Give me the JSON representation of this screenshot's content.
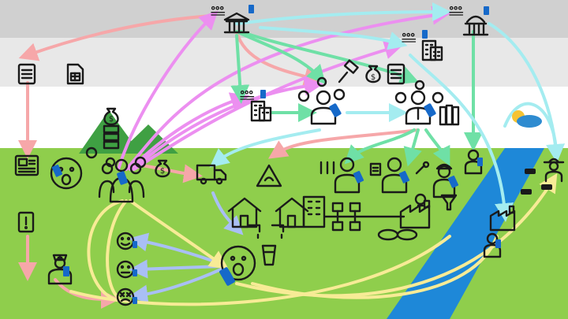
{
  "colors": {
    "band_top": "#d0d0d0",
    "band_mid": "#e8e8e8",
    "sky": "#ffffff",
    "ground": "#8fce4c",
    "mountain": "#3fa043",
    "river": "#1e88d8",
    "flow_pink": "#f6a7a9",
    "flow_violet": "#ec8ff0",
    "flow_green": "#6fe0a6",
    "flow_cyan": "#a4ecf0",
    "flow_yellow": "#f7eb96",
    "flow_blue": "#a9bff5",
    "phone": "#1669c9",
    "icon": "#1a1a1a"
  },
  "nodes": [
    {
      "id": "gov-national",
      "icon": "government-building-icon",
      "label": ""
    },
    {
      "id": "gov-regional",
      "icon": "government-building-icon",
      "label": ""
    },
    {
      "id": "regulator-office",
      "icon": "office-building-icon",
      "label": ""
    },
    {
      "id": "local-office",
      "icon": "office-building-icon",
      "label": ""
    },
    {
      "id": "policy-document",
      "icon": "document-icon",
      "label": ""
    },
    {
      "id": "spreadsheet-document",
      "icon": "spreadsheet-icon",
      "label": ""
    },
    {
      "id": "news-report",
      "icon": "newspaper-icon",
      "label": ""
    },
    {
      "id": "alert-report",
      "icon": "alert-document-icon",
      "label": ""
    },
    {
      "id": "legal-gavel",
      "icon": "gavel-icon",
      "label": ""
    },
    {
      "id": "funding",
      "icon": "money-bag-icon",
      "label": ""
    },
    {
      "id": "decision-maker",
      "icon": "person-icon",
      "label": ""
    },
    {
      "id": "manager",
      "icon": "person-suit-icon",
      "label": ""
    },
    {
      "id": "community-group",
      "icon": "people-group-icon",
      "label": ""
    },
    {
      "id": "shocked-citizen",
      "icon": "shocked-face-icon",
      "label": ""
    },
    {
      "id": "water-user",
      "icon": "shocked-face-icon",
      "label": ""
    },
    {
      "id": "health-worker",
      "icon": "health-worker-icon",
      "label": ""
    },
    {
      "id": "lab-technician",
      "icon": "technician-icon",
      "label": ""
    },
    {
      "id": "field-technician",
      "icon": "technician-icon",
      "label": ""
    },
    {
      "id": "engineer",
      "icon": "engineer-icon",
      "label": ""
    },
    {
      "id": "delivery-truck",
      "icon": "truck-icon",
      "label": ""
    },
    {
      "id": "hazard",
      "icon": "hazard-warning-icon",
      "label": ""
    },
    {
      "id": "households",
      "icon": "house-icon",
      "label": ""
    },
    {
      "id": "pipe-network",
      "icon": "pipe-network-icon",
      "label": ""
    },
    {
      "id": "treatment-plant",
      "icon": "factory-icon",
      "label": ""
    },
    {
      "id": "river-factory",
      "icon": "factory-icon",
      "label": ""
    },
    {
      "id": "river-inspector",
      "icon": "person-icon",
      "label": ""
    },
    {
      "id": "farmer",
      "icon": "farmer-icon",
      "label": ""
    },
    {
      "id": "livestock",
      "icon": "livestock-icon",
      "label": ""
    },
    {
      "id": "happy-feedback",
      "icon": "happy-face-icon",
      "label": ""
    },
    {
      "id": "neutral-feedback",
      "icon": "neutral-face-icon",
      "label": ""
    },
    {
      "id": "sick-feedback",
      "icon": "sick-face-icon",
      "label": ""
    },
    {
      "id": "weather",
      "icon": "sun-cloud-icon",
      "label": ""
    }
  ]
}
